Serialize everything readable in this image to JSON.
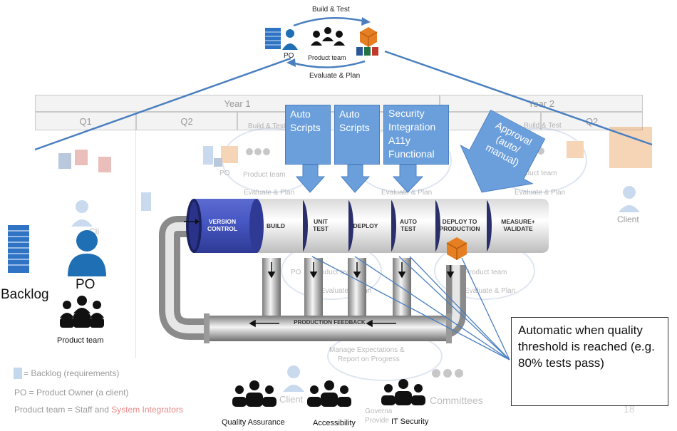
{
  "top_cycle": {
    "build_test": "Build & Test",
    "evaluate_plan": "Evaluate & Plan",
    "po_label": "PO",
    "team_label": "Product team"
  },
  "timeline": {
    "year1": "Year 1",
    "year2": "Year 2",
    "q1": "Q1",
    "q2": "Q2",
    "q2b": "Q2"
  },
  "faded_cycles": {
    "build_test": "Build & Test",
    "evaluate_plan": "Evaluate & Plan",
    "po": "PO",
    "team": "Product team",
    "manage": "Manage Expectations &",
    "report": "Report on Progress",
    "client_small": "Cli",
    "client_bottom": "Client",
    "committees": "Committees",
    "governance": "Governa",
    "provide": "Provide",
    "page_no": "18"
  },
  "callouts": {
    "auto1": [
      "Auto",
      "Scripts"
    ],
    "auto2": [
      "Auto",
      "Scripts"
    ],
    "security": [
      "Security",
      "Integration",
      "A11y",
      "Functional"
    ],
    "approval": [
      "Approval",
      "(auto/",
      "manual)"
    ]
  },
  "pipeline": {
    "stages": [
      "VERSION CONTROL",
      "BUILD",
      "UNIT TEST",
      "DEPLOY",
      "AUTO TEST",
      "DEPLOY TO PRODUCTION",
      "MEASURE+ VALIDATE"
    ],
    "feedback": "PRODUCTION FEEDBACK"
  },
  "left": {
    "backlog": "Backlog",
    "po": "PO",
    "product_team": "Product team"
  },
  "legend": {
    "backlog": "= Backlog (requirements)",
    "po": "PO = Product Owner (a client)",
    "team_prefix": "Product team = Staff and ",
    "team_highlight": "System Integrators"
  },
  "right_client": "Client",
  "note": "Automatic when quality threshold is reached (e.g. 80% tests pass)",
  "bottom_teams": {
    "qa": "Quality Assurance",
    "accessibility": "Accessibility",
    "it_security": "IT Security"
  },
  "colors": {
    "blue_dark": "#1f6fb5",
    "callout": "#6b9fdc",
    "version_control": "#3f4fb5",
    "orange": "#e67e22",
    "highlight_red": "#e88a8a"
  }
}
